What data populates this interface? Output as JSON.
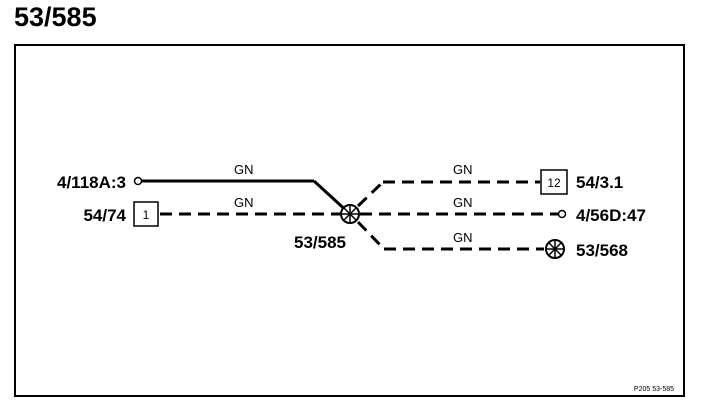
{
  "title": "53/585",
  "splice_label": "53/585",
  "connectors": {
    "left_top": "4/118A:3",
    "left_bottom": "54/74",
    "right_top": "54/3.1",
    "right_middle": "4/56D:47",
    "right_bottom": "53/568"
  },
  "pin_numbers": {
    "left_bottom": "1",
    "right_top": "12"
  },
  "wire_colors": {
    "w1": "GN",
    "w2": "GN",
    "w3": "GN",
    "w4": "GN",
    "w5": "GN"
  },
  "reference": "P205  53-585"
}
